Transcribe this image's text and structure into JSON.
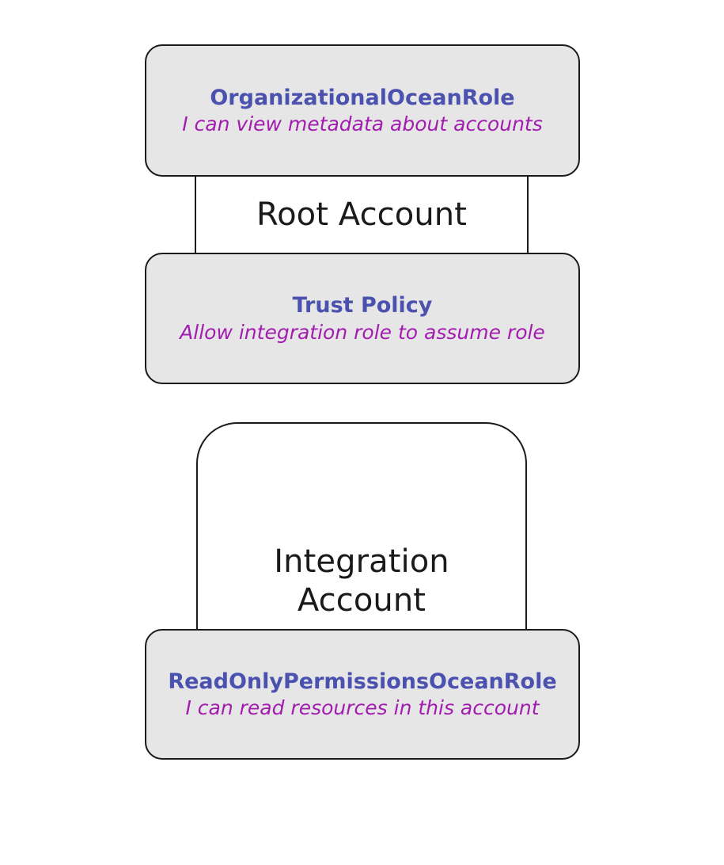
{
  "diagram": {
    "background_color": "#ffffff",
    "box_fill_color": "#e6e6e6",
    "box_border_color": "#1a1a1a",
    "title_color": "#4a51ae",
    "description_color": "#a31cb0",
    "account_label_color": "#1a1a1a",
    "accounts": [
      {
        "id": "root-account",
        "label": "Root Account"
      },
      {
        "id": "integration-account",
        "label": "Integration\nAccount"
      }
    ],
    "boxes": [
      {
        "id": "organizational-ocean-role",
        "title": "OrganizationalOceanRole",
        "description": "I can view metadata about accounts"
      },
      {
        "id": "trust-policy",
        "title": "Trust Policy",
        "description": "Allow integration role to assume role"
      },
      {
        "id": "readonly-permissions-ocean-role",
        "title": "ReadOnlyPermissionsOceanRole",
        "description": "I can read resources in this account"
      }
    ]
  }
}
